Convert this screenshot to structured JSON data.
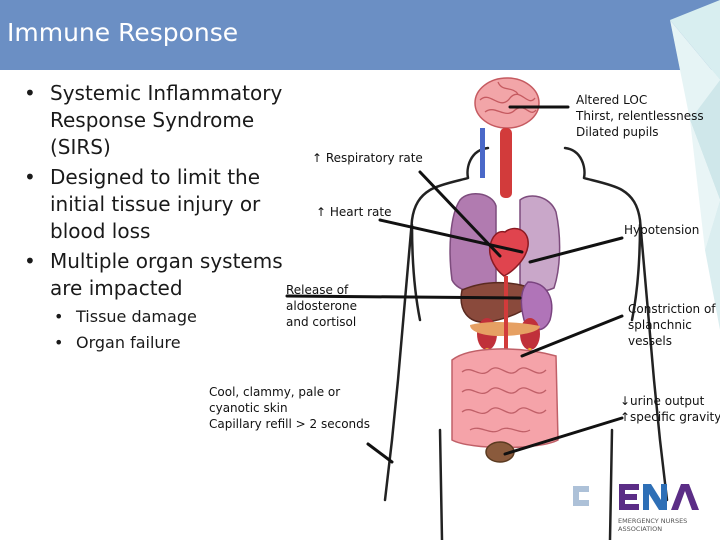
{
  "title": "Immune Response",
  "bullets": [
    {
      "text": "Systemic Inflammatory Response Syndrome (SIRS)"
    },
    {
      "text": "Designed to limit the initial tissue injury or blood loss"
    },
    {
      "text": "Multiple organ systems are impacted",
      "sub": [
        "Tissue damage",
        "Organ failure"
      ]
    }
  ],
  "labels": {
    "loc": [
      "Altered LOC",
      "Thirst, relentlessness",
      "Dilated pupils"
    ],
    "respiratory": "↑ Respiratory rate",
    "heart": "↑ Heart rate",
    "hypotension": "Hypotension",
    "release": [
      "Release of",
      "aldosterone",
      "and cortisol"
    ],
    "splanchnic": [
      "Constriction of",
      "splanchnic",
      "vessels"
    ],
    "skin": [
      "Cool, clammy, pale or",
      "cyanotic skin",
      "Capillary refill > 2 seconds"
    ],
    "urine": [
      "↓urine output",
      "↑specific gravity"
    ]
  },
  "footer": {
    "logo_text": "ENA",
    "org_line1": "EMERGENCY NURSES",
    "org_line2": "ASSOCIATION"
  },
  "colors": {
    "title_bar": "#6b8fc4",
    "ena_purple": "#5b2d86",
    "ena_blue": "#2e6fb6"
  }
}
